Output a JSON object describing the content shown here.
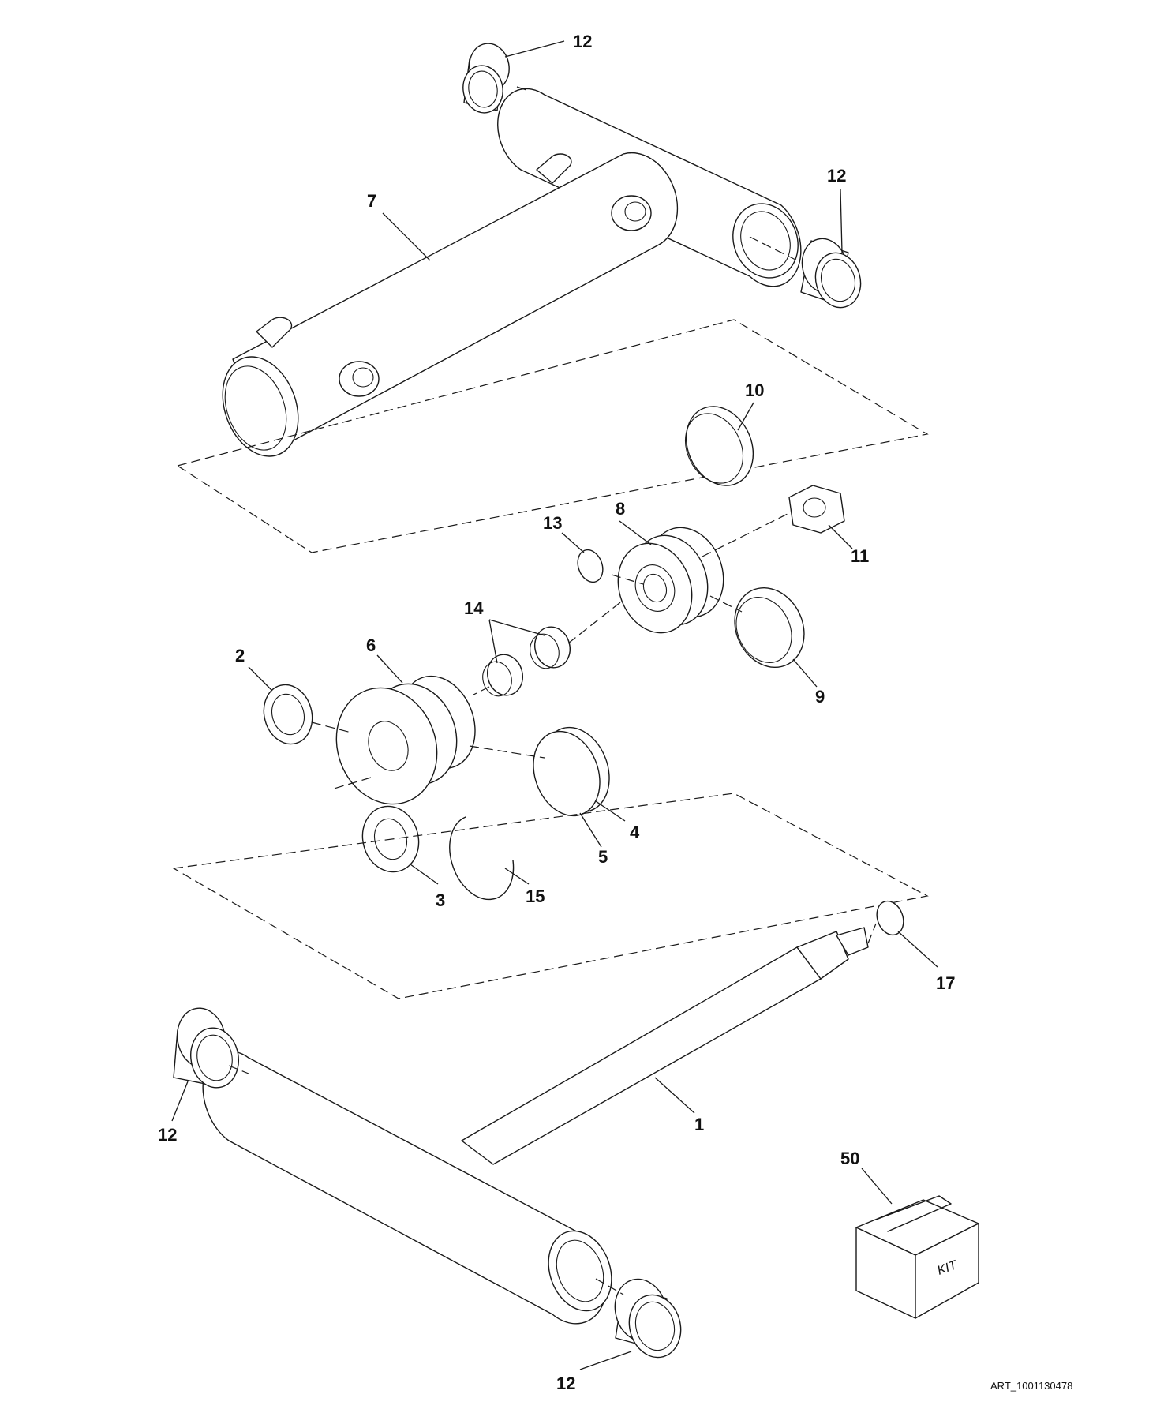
{
  "figure": {
    "art_id": "ART_1001130478",
    "kit_box_text": "KIT"
  },
  "callouts": [
    {
      "key": "c12a",
      "label": "12"
    },
    {
      "key": "c12b",
      "label": "12"
    },
    {
      "key": "c7",
      "label": "7"
    },
    {
      "key": "c10",
      "label": "10"
    },
    {
      "key": "c13",
      "label": "13"
    },
    {
      "key": "c8",
      "label": "8"
    },
    {
      "key": "c11",
      "label": "11"
    },
    {
      "key": "c14",
      "label": "14"
    },
    {
      "key": "c2",
      "label": "2"
    },
    {
      "key": "c6",
      "label": "6"
    },
    {
      "key": "c9",
      "label": "9"
    },
    {
      "key": "c4",
      "label": "4"
    },
    {
      "key": "c5",
      "label": "5"
    },
    {
      "key": "c3",
      "label": "3"
    },
    {
      "key": "c15",
      "label": "15"
    },
    {
      "key": "c17",
      "label": "17"
    },
    {
      "key": "c1",
      "label": "1"
    },
    {
      "key": "c12c",
      "label": "12"
    },
    {
      "key": "c50",
      "label": "50"
    },
    {
      "key": "c12d",
      "label": "12"
    }
  ]
}
